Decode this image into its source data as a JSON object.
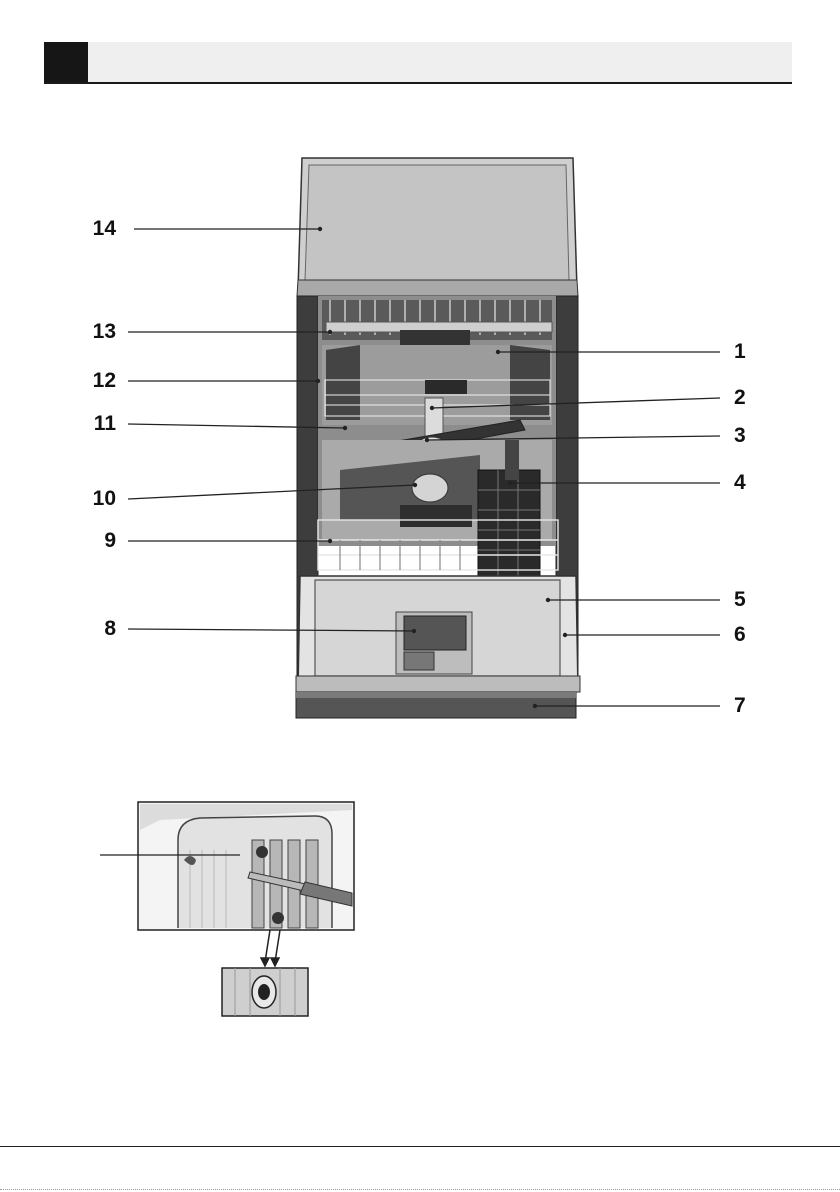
{
  "callouts": {
    "left": [
      {
        "id": "14",
        "label": "14"
      },
      {
        "id": "13",
        "label": "13"
      },
      {
        "id": "12",
        "label": "12"
      },
      {
        "id": "11",
        "label": "11"
      },
      {
        "id": "10",
        "label": "10"
      },
      {
        "id": "9",
        "label": "9"
      },
      {
        "id": "8",
        "label": "8"
      }
    ],
    "right": [
      {
        "id": "1",
        "label": "1"
      },
      {
        "id": "2",
        "label": "2"
      },
      {
        "id": "3",
        "label": "3"
      },
      {
        "id": "4",
        "label": "4"
      },
      {
        "id": "5",
        "label": "5"
      },
      {
        "id": "6",
        "label": "6"
      },
      {
        "id": "7",
        "label": "7"
      }
    ]
  },
  "colors": {
    "header_square": "#161616",
    "header_bar": "#efefef",
    "appliance_panel": "#c9c9c9",
    "tub_floor": "#d6d6d6",
    "toe_kick": "#555555"
  }
}
